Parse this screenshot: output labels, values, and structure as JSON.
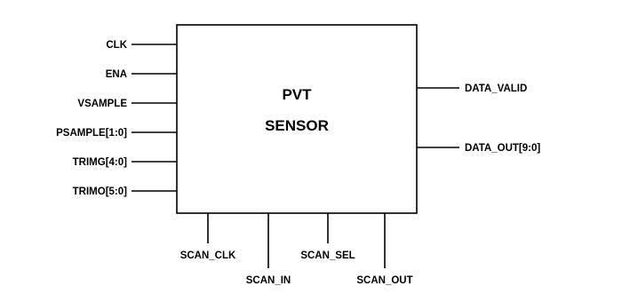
{
  "block": {
    "title_line1": "PVT",
    "title_line2": "SENSOR"
  },
  "left_pins": [
    {
      "label": "CLK"
    },
    {
      "label": "ENA"
    },
    {
      "label": "VSAMPLE"
    },
    {
      "label": "PSAMPLE[1:0]"
    },
    {
      "label": "TRIMG[4:0]"
    },
    {
      "label": "TRIMO[5:0]"
    }
  ],
  "right_pins": [
    {
      "label": "DATA_VALID"
    },
    {
      "label": "DATA_OUT[9:0]"
    }
  ],
  "bottom_pins": [
    {
      "label": "SCAN_CLK"
    },
    {
      "label": "SCAN_IN"
    },
    {
      "label": "SCAN_SEL"
    },
    {
      "label": "SCAN_OUT"
    }
  ]
}
